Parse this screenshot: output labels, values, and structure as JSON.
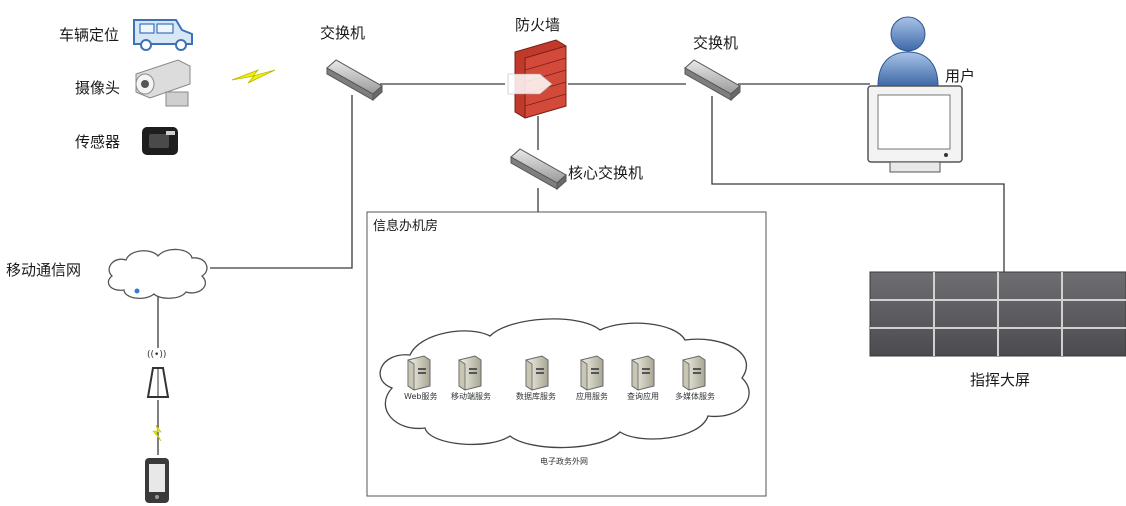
{
  "labels": {
    "vehicle": "车辆定位",
    "camera": "摄像头",
    "sensor": "传感器",
    "mobile_network": "移动通信网",
    "switch_left": "交换机",
    "firewall": "防火墙",
    "switch_right": "交换机",
    "user": "用户",
    "core_switch": "核心交换机",
    "room_title": "信息办机房",
    "cloud_label": "电子政务外网",
    "big_screen": "指挥大屏",
    "wifi_glyph": "((•))"
  },
  "servers": [
    {
      "label": "Web服务"
    },
    {
      "label": "移动端服务"
    },
    {
      "label": "数据库服务"
    },
    {
      "label": "应用服务"
    },
    {
      "label": "查询应用"
    },
    {
      "label": "多媒体服务"
    }
  ],
  "colors": {
    "line": "#3a3a3a",
    "firewall": "#c0392b",
    "lightning": "#e5e500",
    "screen_panel": "#5e5e62",
    "user_icon": "#4a76b8"
  }
}
